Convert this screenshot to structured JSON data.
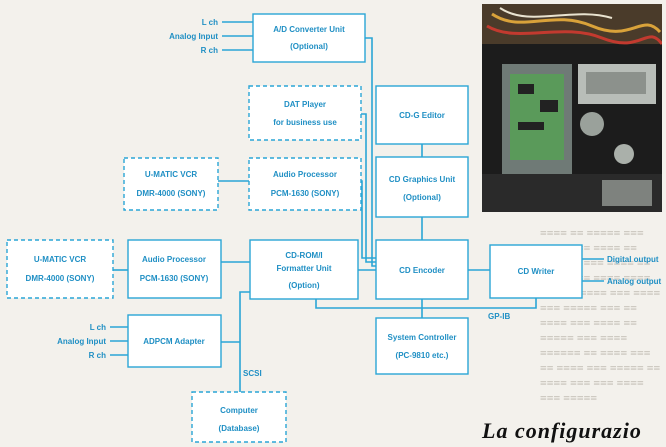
{
  "diagram": {
    "blocks": {
      "ad_converter": [
        "A/D Converter Unit",
        "(Optional)"
      ],
      "dat_player": [
        "DAT Player",
        "for business use"
      ],
      "cdg_editor": [
        "CD-G Editor"
      ],
      "umatic_vcr_upper": [
        "U-MATIC VCR",
        "DMR-4000 (SONY)"
      ],
      "audio_processor_upper": [
        "Audio Processor",
        "PCM-1630 (SONY)"
      ],
      "cd_graphics_unit": [
        "CD Graphics Unit",
        "(Optional)"
      ],
      "umatic_vcr_lower": [
        "U-MATIC VCR",
        "DMR-4000 (SONY)"
      ],
      "audio_processor_lower": [
        "Audio Processor",
        "PCM-1630 (SONY)"
      ],
      "cdrom_formatter": [
        "CD-ROM/I",
        "Formatter Unit",
        "(Option)"
      ],
      "cd_encoder": [
        "CD Encoder"
      ],
      "cd_writer": [
        "CD Writer"
      ],
      "adpcm_adapter": [
        "ADPCM Adapter"
      ],
      "system_controller": [
        "System Controller",
        "(PC-9810 etc.)"
      ],
      "computer": [
        "Computer",
        "(Database)"
      ]
    },
    "labels": {
      "ad_l_ch": "L ch",
      "ad_analog_input": "Analog Input",
      "ad_r_ch": "R ch",
      "adpcm_l_ch": "L ch",
      "adpcm_analog_input": "Analog Input",
      "adpcm_r_ch": "R ch",
      "digital_output": "Digital output",
      "analog_output": "Analog output",
      "gpib": "GP-IB",
      "scsi": "SCSI"
    }
  },
  "caption": "La  configurazio",
  "photo_subject": "cd-writer-internals-photo",
  "colors": {
    "diagram_line": "#2aa6d6",
    "diagram_text": "#1f8fc4",
    "page_background": "#f3f1ec"
  }
}
